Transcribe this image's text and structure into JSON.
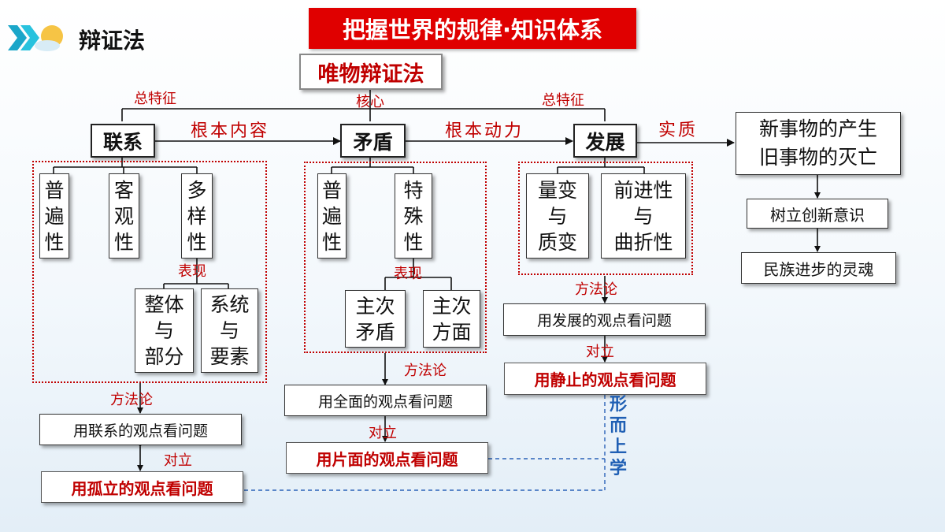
{
  "header": {
    "section": "辩证法",
    "title": "把握世界的规律·知识体系"
  },
  "top": {
    "core": "唯物辩证法",
    "label_left": "总特征",
    "label_core": "核心",
    "label_right": "总特征"
  },
  "nodes": {
    "lianxi": "联系",
    "maodun": "矛盾",
    "fazhan": "发展",
    "result": "新事物的产生\n旧事物的灭亡"
  },
  "edges": {
    "content": "根本内容",
    "power": "根本动力",
    "essence": "实质"
  },
  "lianxi": {
    "traits": [
      "普\n遍\n性",
      "客\n观\n性",
      "多\n样\n性"
    ],
    "show": "表现",
    "sub": [
      "整体\n与\n部分",
      "系统\n与\n要素"
    ],
    "method_label": "方法论",
    "method": "用联系的观点看问题",
    "opp_label": "对立",
    "wrong": "用孤立的观点看问题"
  },
  "maodun": {
    "traits": [
      "普\n遍\n性",
      "特\n殊\n性"
    ],
    "show": "表现",
    "sub": [
      "主次\n矛盾",
      "主次\n方面"
    ],
    "method_label": "方法论",
    "method": "用全面的观点看问题",
    "opp_label": "对立",
    "wrong": "用片面的观点看问题"
  },
  "fazhan": {
    "traits": [
      "量变\n与\n质变",
      "前进性\n与\n曲折性"
    ],
    "method_label": "方法论",
    "method": "用发展的观点看问题",
    "opp_label": "对立",
    "wrong": "用静止的观点看问题"
  },
  "result_chain": [
    "树立创新意识",
    "民族进步的灵魂"
  ],
  "metaphysics": "形\n而\n上\n学",
  "colors": {
    "title_bg": "#e00000",
    "accent_red": "#c00000",
    "metaphysics_blue": "#1f5fb4"
  }
}
